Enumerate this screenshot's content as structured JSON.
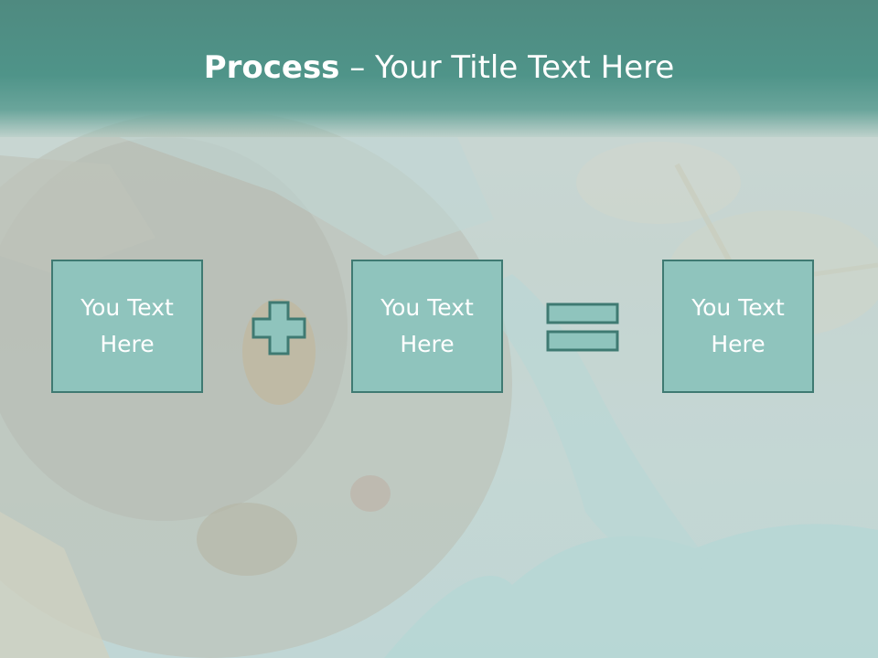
{
  "slide": {
    "title_bold": "Process",
    "title_rest": " – Your Title Text Here"
  },
  "process": {
    "boxes": [
      {
        "text": "You Text Here"
      },
      {
        "text": "You Text Here"
      },
      {
        "text": "You Text Here"
      }
    ],
    "operators": [
      "plus-icon",
      "equals-icon"
    ]
  },
  "colors": {
    "header": "#4f9489",
    "box_fill": "#8fc4bd",
    "box_border": "#3f7a72",
    "text": "#ffffff"
  }
}
